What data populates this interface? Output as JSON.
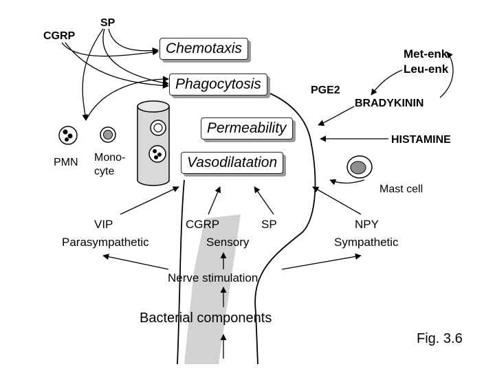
{
  "neuropeptides_top": {
    "sp": "SP",
    "cgrp": "CGRP"
  },
  "boxes": {
    "chemotaxis": "Chemotaxis",
    "phagocytosis": "Phagocytosis",
    "permeability": "Permeability",
    "vasodilatation": "Vasodilatation"
  },
  "mediators": {
    "met_enk": "Met-enk",
    "leu_enk": "Leu-enk",
    "pge2": "PGE2",
    "bradykinin": "BRADYKININ",
    "histamine": "HISTAMINE"
  },
  "cells": {
    "pmn": "PMN",
    "monocyte_line1": "Mono-",
    "monocyte_line2": "cyte",
    "mast_cell": "Mast cell"
  },
  "nerves": {
    "vip": "VIP",
    "parasympathetic": "Parasympathetic",
    "cgrp": "CGRP",
    "sp": "SP",
    "sensory": "Sensory",
    "npy": "NPY",
    "sympathetic": "Sympathetic"
  },
  "stimulus": {
    "nerve_stimulation": "Nerve stimulation",
    "bacterial_components": "Bacterial components"
  },
  "figure_label": "Fig. 3.6"
}
